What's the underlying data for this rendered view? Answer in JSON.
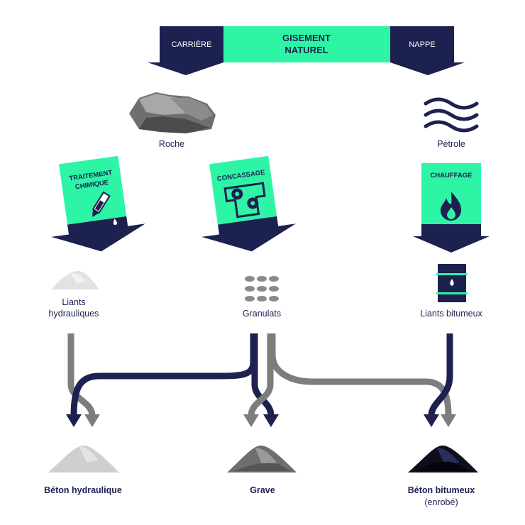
{
  "header": {
    "left": "CARRIÈRE",
    "center_line1": "GISEMENT",
    "center_line2": "NATUREL",
    "right": "NAPPE"
  },
  "sources": {
    "rock": "Roche",
    "oil": "Pétrole"
  },
  "processes": {
    "chemical_line1": "TRAITEMENT",
    "chemical_line2": "CHIMIQUE",
    "crushing": "CONCASSAGE",
    "heating": "CHAUFFAGE"
  },
  "intermediates": {
    "binders_line1": "Liants",
    "binders_line2": "hydrauliques",
    "aggregates": "Granulats",
    "bitumen": "Liants bitumeux"
  },
  "products": {
    "concrete": "Béton hydraulique",
    "gravel": "Grave",
    "asphalt_line1": "Béton bitumeux",
    "asphalt_line2": "(enrobé)"
  },
  "colors": {
    "navy": "#1c2150",
    "mint": "#2ef5a6",
    "gray": "#7d7d7d"
  }
}
